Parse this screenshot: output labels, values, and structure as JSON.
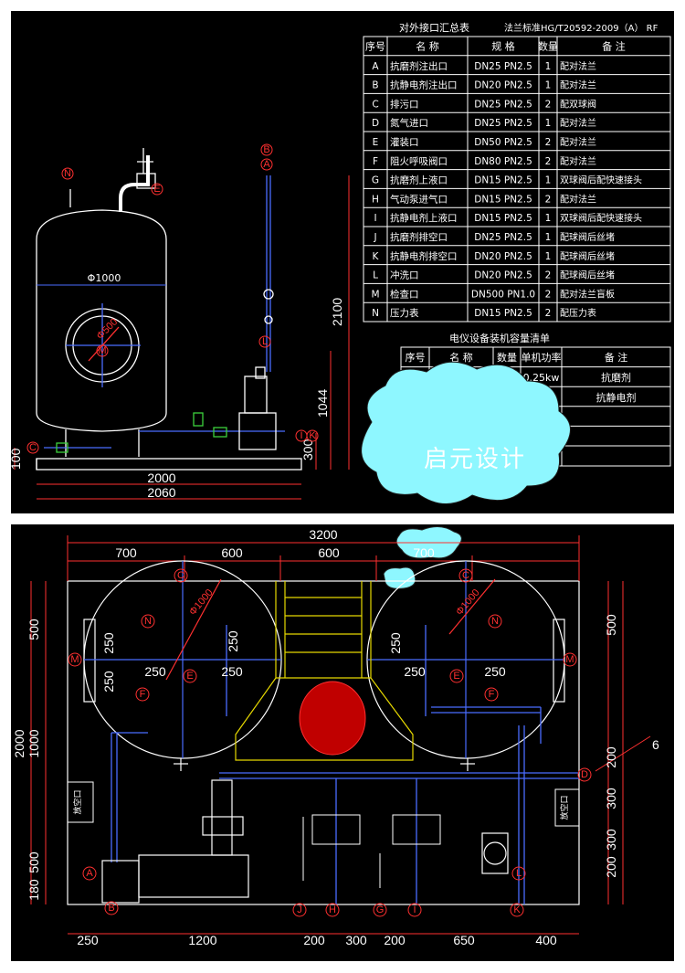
{
  "top_table": {
    "title": "对外接口汇总表",
    "standard": "法兰标准HG/T20592-2009（A） RF",
    "headers": [
      "序号",
      "名 称",
      "规 格",
      "数量",
      "备 注"
    ],
    "rows": [
      [
        "A",
        "抗磨剂注出口",
        "DN25 PN2.5",
        "1",
        "配对法兰"
      ],
      [
        "B",
        "抗静电剂注出口",
        "DN20 PN2.5",
        "1",
        "配对法兰"
      ],
      [
        "C",
        "排污口",
        "DN25 PN2.5",
        "2",
        "配双球阀"
      ],
      [
        "D",
        "氮气进口",
        "DN25 PN2.5",
        "1",
        "配对法兰"
      ],
      [
        "E",
        "灌装口",
        "DN50 PN2.5",
        "2",
        "配对法兰"
      ],
      [
        "F",
        "阻火呼吸阀口",
        "DN80 PN2.5",
        "2",
        "配对法兰"
      ],
      [
        "G",
        "抗磨剂上液口",
        "DN15 PN2.5",
        "1",
        "双球阀后配快速接头"
      ],
      [
        "H",
        "气动泵进气口",
        "DN15 PN2.5",
        "2",
        "配对法兰"
      ],
      [
        "I",
        "抗静电剂上液口",
        "DN15 PN2.5",
        "1",
        "双球阀后配快速接头"
      ],
      [
        "J",
        "抗磨剂排空口",
        "DN25 PN2.5",
        "1",
        "配球阀后丝堵"
      ],
      [
        "K",
        "抗静电剂排空口",
        "DN20 PN2.5",
        "1",
        "配球阀后丝堵"
      ],
      [
        "L",
        "冲洗口",
        "DN20 PN2.5",
        "2",
        "配球阀后丝堵"
      ],
      [
        "M",
        "检查口",
        "DN500 PN1.0",
        "2",
        "配对法兰盲板"
      ],
      [
        "N",
        "压力表",
        "DN15 PN2.5",
        "2",
        "配压力表"
      ]
    ]
  },
  "equip_table": {
    "title": "电仪设备装机容量清单",
    "headers": [
      "序号",
      "名 称",
      "数量",
      "单机功率",
      "备 注"
    ],
    "rows": [
      [
        "",
        "",
        "",
        "0.25kw",
        "抗磨剂"
      ],
      [
        "",
        "",
        "",
        "",
        "抗静电剂"
      ]
    ]
  },
  "watermark": "启元设计",
  "top_drawing": {
    "tank_diameter": "Φ1000",
    "manhole": "Φ500",
    "dims": [
      "2100",
      "1044",
      "300",
      "2000",
      "2060",
      "100"
    ],
    "labels": [
      "N",
      "E",
      "B",
      "A",
      "L",
      "M",
      "C",
      "I",
      "K"
    ]
  },
  "bottom_drawing": {
    "top_dims": [
      "3200",
      "700",
      "600",
      "600",
      "700"
    ],
    "bottom_dims": [
      "250",
      "1200",
      "200",
      "300",
      "200",
      "650",
      "400"
    ],
    "left_dims": [
      "2000",
      "1000",
      "500",
      "500",
      "180"
    ],
    "right_dims": [
      "500",
      "200",
      "300",
      "300",
      "200"
    ],
    "inner_dims": [
      "250",
      "250",
      "250",
      "250",
      "250",
      "250",
      "250",
      "250"
    ],
    "tank_dia": "Φ1000",
    "labels": [
      "C",
      "N",
      "M",
      "E",
      "F",
      "D",
      "A",
      "B",
      "J",
      "H",
      "G",
      "I",
      "K",
      "L"
    ],
    "callout": "6",
    "box_text": "放空口"
  }
}
